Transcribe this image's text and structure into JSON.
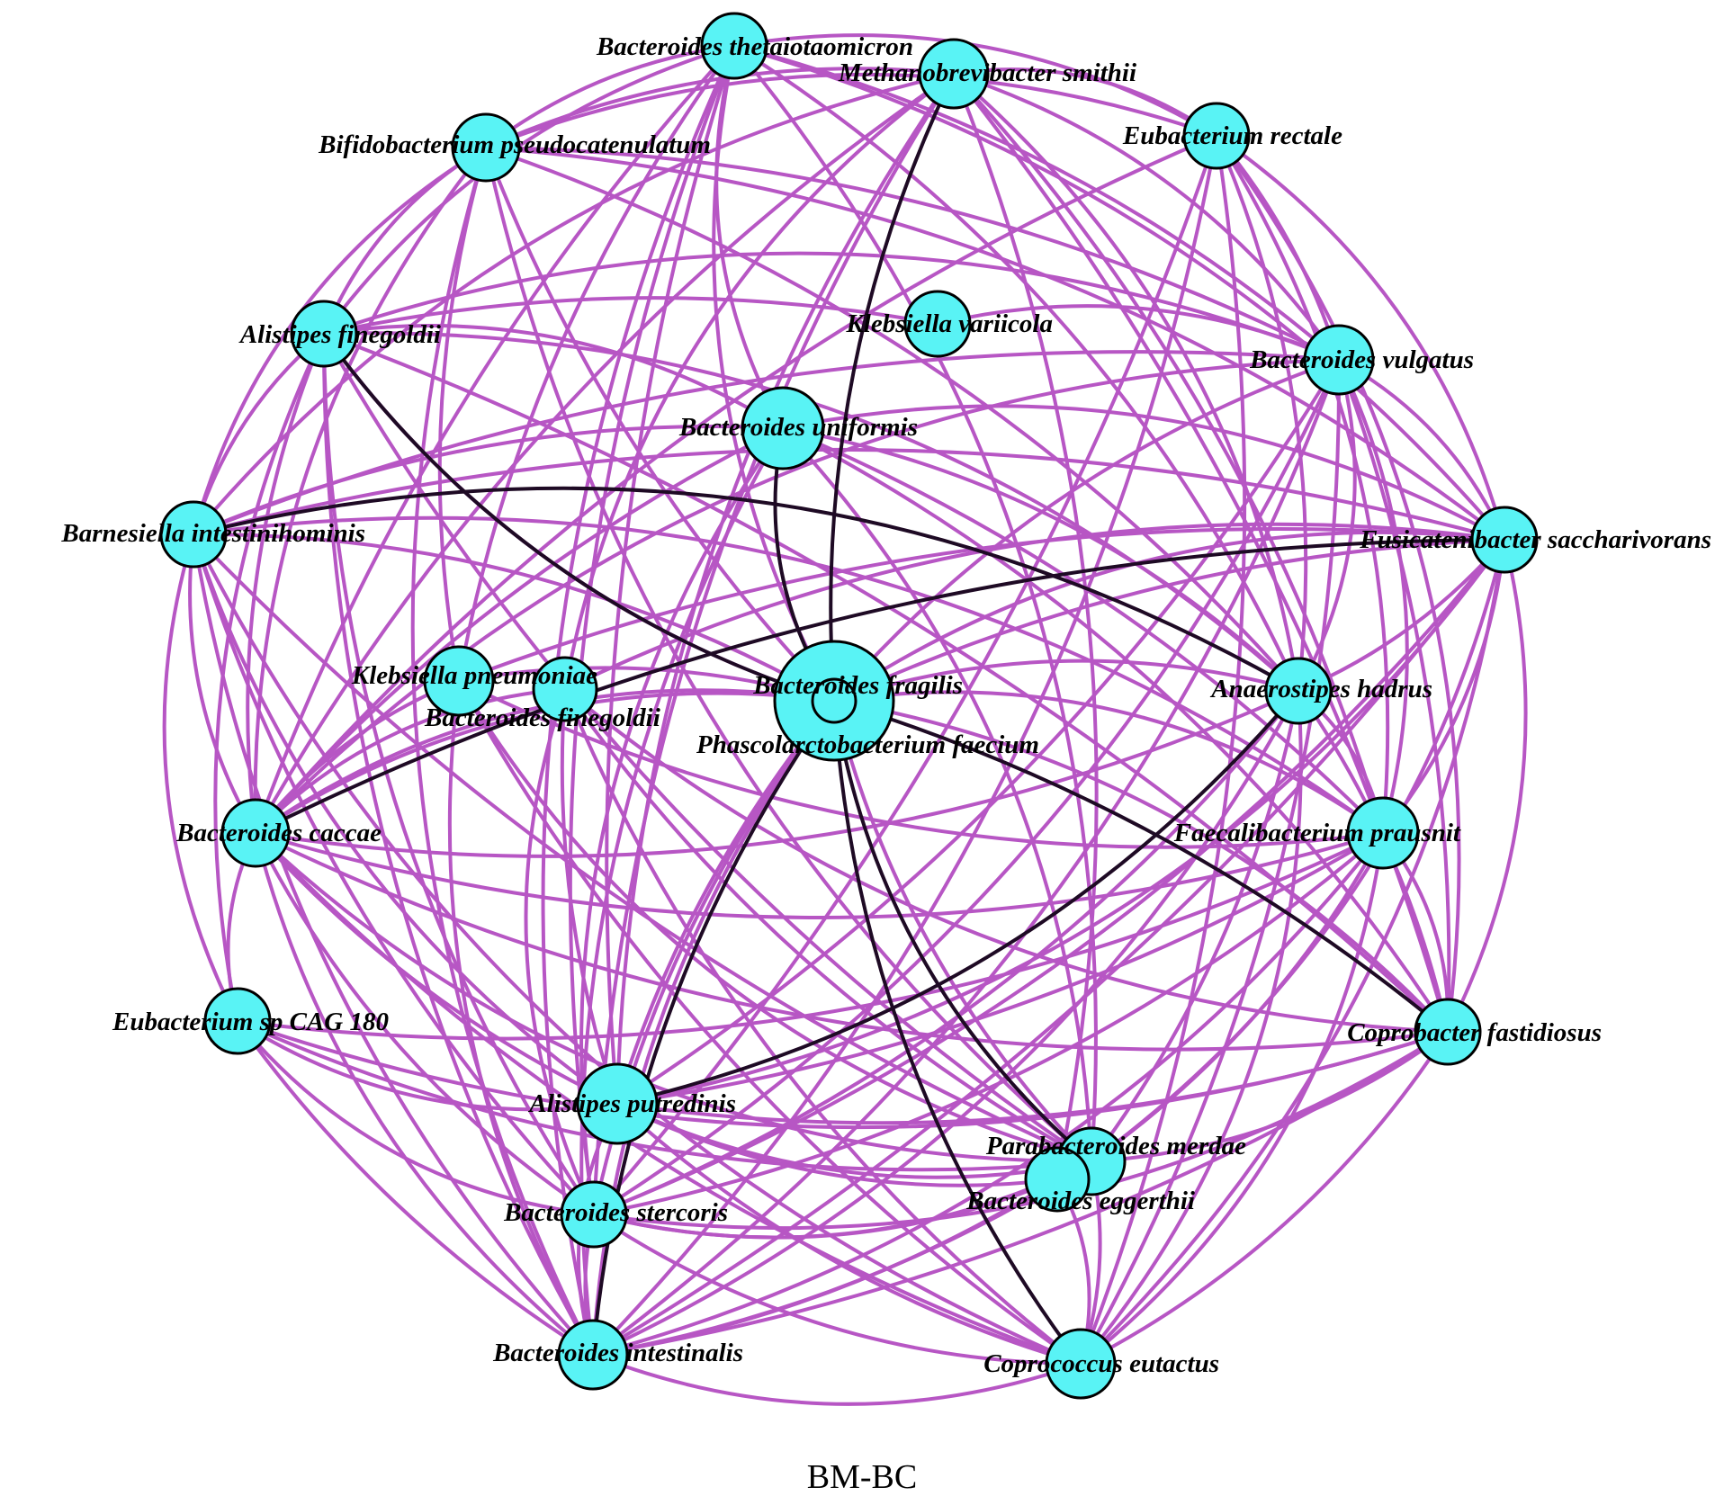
{
  "caption": "BM-BC",
  "colors": {
    "node_fill": "#59F3F5",
    "node_stroke": "#000000",
    "positive_edge": "#B756C4",
    "negative_edge": "#1E0A24",
    "background": "#ffffff"
  },
  "nodes": [
    {
      "id": "b_theta",
      "label": "Bacteroides thetaiotaomicron"
    },
    {
      "id": "m_smithii",
      "label": "Methanobrevibacter smithii"
    },
    {
      "id": "e_rectale",
      "label": "Eubacterium rectale"
    },
    {
      "id": "bif_pseudo",
      "label": "Bifidobacterium pseudocatenulatum"
    },
    {
      "id": "a_finegoldii",
      "label": "Alistipes finegoldii"
    },
    {
      "id": "k_variicola",
      "label": "Klebsiella variicola"
    },
    {
      "id": "b_vulgatus",
      "label": "Bacteroides vulgatus"
    },
    {
      "id": "b_uniformis",
      "label": "Bacteroides uniformis"
    },
    {
      "id": "barn_int",
      "label": "Barnesiella intestinihominis"
    },
    {
      "id": "fus_sacch",
      "label": "Fusicatenibacter saccharivorans"
    },
    {
      "id": "k_pneumoniae",
      "label": "Klebsiella pneumoniae"
    },
    {
      "id": "b_finegoldii",
      "label": "Bacteroides finegoldii"
    },
    {
      "id": "b_fragilis",
      "label": "Bacteroides fragilis"
    },
    {
      "id": "p_faecium",
      "label": "Phascolarctobacterium faecium"
    },
    {
      "id": "a_hadrus",
      "label": "Anaerostipes hadrus"
    },
    {
      "id": "b_caccae",
      "label": "Bacteroides caccae"
    },
    {
      "id": "f_prausnit",
      "label": "Faecalibacterium prausnit"
    },
    {
      "id": "eub_cag180",
      "label": "Eubacterium sp CAG 180"
    },
    {
      "id": "c_fastid",
      "label": "Coprobacter fastidiosus"
    },
    {
      "id": "a_putred",
      "label": "Alistipes putredinis"
    },
    {
      "id": "p_merdae",
      "label": "Parabacteroides merdae"
    },
    {
      "id": "b_eggerthii",
      "label": "Bacteroides eggerthii"
    },
    {
      "id": "b_stercoris",
      "label": "Bacteroides stercoris"
    },
    {
      "id": "b_intest",
      "label": "Bacteroides intestinalis"
    },
    {
      "id": "c_eutactus",
      "label": "Coprococcus eutactus"
    }
  ],
  "negative_edges": [
    [
      "m_smithii",
      "b_fragilis"
    ],
    [
      "a_finegoldii",
      "b_fragilis"
    ],
    [
      "barn_int",
      "a_hadrus"
    ],
    [
      "fus_sacch",
      "b_caccae"
    ],
    [
      "b_fragilis",
      "c_eutactus"
    ],
    [
      "p_faecium",
      "p_merdae"
    ],
    [
      "p_faecium",
      "c_fastid"
    ],
    [
      "b_fragilis",
      "b_intest"
    ],
    [
      "a_hadrus",
      "a_putred"
    ],
    [
      "b_uniformis",
      "b_fragilis"
    ]
  ],
  "positive_edges": [
    [
      "b_theta",
      "bif_pseudo"
    ],
    [
      "b_theta",
      "a_finegoldii"
    ],
    [
      "b_theta",
      "b_uniformis"
    ],
    [
      "b_theta",
      "b_vulgatus"
    ],
    [
      "b_theta",
      "fus_sacch"
    ],
    [
      "b_theta",
      "b_fragilis"
    ],
    [
      "b_theta",
      "a_putred"
    ],
    [
      "b_theta",
      "b_stercoris"
    ],
    [
      "b_theta",
      "b_intest"
    ],
    [
      "b_theta",
      "p_merdae"
    ],
    [
      "b_theta",
      "k_pneumoniae"
    ],
    [
      "b_theta",
      "a_hadrus"
    ],
    [
      "b_theta",
      "e_rectale"
    ],
    [
      "b_theta",
      "b_caccae"
    ],
    [
      "m_smithii",
      "bif_pseudo"
    ],
    [
      "m_smithii",
      "b_vulgatus"
    ],
    [
      "m_smithii",
      "e_rectale"
    ],
    [
      "m_smithii",
      "b_caccae"
    ],
    [
      "m_smithii",
      "a_putred"
    ],
    [
      "m_smithii",
      "a_hadrus"
    ],
    [
      "m_smithii",
      "c_fastid"
    ],
    [
      "m_smithii",
      "b_stercoris"
    ],
    [
      "m_smithii",
      "barn_int"
    ],
    [
      "m_smithii",
      "b_finegoldii"
    ],
    [
      "m_smithii",
      "f_prausnit"
    ],
    [
      "m_smithii",
      "b_eggerthii"
    ],
    [
      "e_rectale",
      "fus_sacch"
    ],
    [
      "e_rectale",
      "b_vulgatus"
    ],
    [
      "e_rectale",
      "a_hadrus"
    ],
    [
      "e_rectale",
      "f_prausnit"
    ],
    [
      "e_rectale",
      "c_fastid"
    ],
    [
      "e_rectale",
      "b_caccae"
    ],
    [
      "e_rectale",
      "b_intest"
    ],
    [
      "e_rectale",
      "bif_pseudo"
    ],
    [
      "e_rectale",
      "b_stercoris"
    ],
    [
      "e_rectale",
      "c_eutactus"
    ],
    [
      "bif_pseudo",
      "a_finegoldii"
    ],
    [
      "bif_pseudo",
      "barn_int"
    ],
    [
      "bif_pseudo",
      "b_vulgatus"
    ],
    [
      "bif_pseudo",
      "fus_sacch"
    ],
    [
      "bif_pseudo",
      "b_caccae"
    ],
    [
      "bif_pseudo",
      "b_fragilis"
    ],
    [
      "bif_pseudo",
      "a_hadrus"
    ],
    [
      "bif_pseudo",
      "p_merdae"
    ],
    [
      "bif_pseudo",
      "b_intest"
    ],
    [
      "bif_pseudo",
      "k_pneumoniae"
    ],
    [
      "a_finegoldii",
      "barn_int"
    ],
    [
      "a_finegoldii",
      "b_uniformis"
    ],
    [
      "a_finegoldii",
      "k_variicola"
    ],
    [
      "a_finegoldii",
      "b_caccae"
    ],
    [
      "a_finegoldii",
      "eub_cag180"
    ],
    [
      "a_finegoldii",
      "a_hadrus"
    ],
    [
      "a_finegoldii",
      "p_merdae"
    ],
    [
      "a_finegoldii",
      "b_stercoris"
    ],
    [
      "a_finegoldii",
      "b_vulgatus"
    ],
    [
      "a_finegoldii",
      "c_fastid"
    ],
    [
      "a_finegoldii",
      "b_intest"
    ],
    [
      "b_vulgatus",
      "fus_sacch"
    ],
    [
      "b_vulgatus",
      "b_caccae"
    ],
    [
      "b_vulgatus",
      "a_putred"
    ],
    [
      "b_vulgatus",
      "b_intest"
    ],
    [
      "b_vulgatus",
      "f_prausnit"
    ],
    [
      "b_vulgatus",
      "c_fastid"
    ],
    [
      "b_vulgatus",
      "c_eutactus"
    ],
    [
      "b_vulgatus",
      "k_variicola"
    ],
    [
      "b_vulgatus",
      "a_hadrus"
    ],
    [
      "b_vulgatus",
      "barn_int"
    ],
    [
      "b_vulgatus",
      "b_stercoris"
    ],
    [
      "b_uniformis",
      "fus_sacch"
    ],
    [
      "b_uniformis",
      "b_caccae"
    ],
    [
      "b_uniformis",
      "c_fastid"
    ],
    [
      "b_uniformis",
      "b_intest"
    ],
    [
      "b_uniformis",
      "b_stercoris"
    ],
    [
      "b_uniformis",
      "barn_int"
    ],
    [
      "b_uniformis",
      "a_hadrus"
    ],
    [
      "b_uniformis",
      "p_merdae"
    ],
    [
      "b_uniformis",
      "f_prausnit"
    ],
    [
      "barn_int",
      "fus_sacch"
    ],
    [
      "barn_int",
      "b_caccae"
    ],
    [
      "barn_int",
      "eub_cag180"
    ],
    [
      "barn_int",
      "b_stercoris"
    ],
    [
      "barn_int",
      "b_intest"
    ],
    [
      "barn_int",
      "c_eutactus"
    ],
    [
      "barn_int",
      "p_merdae"
    ],
    [
      "barn_int",
      "b_fragilis"
    ],
    [
      "barn_int",
      "a_putred"
    ],
    [
      "barn_int",
      "f_prausnit"
    ],
    [
      "fus_sacch",
      "a_hadrus"
    ],
    [
      "fus_sacch",
      "f_prausnit"
    ],
    [
      "fus_sacch",
      "c_fastid"
    ],
    [
      "fus_sacch",
      "b_intest"
    ],
    [
      "fus_sacch",
      "b_stercoris"
    ],
    [
      "fus_sacch",
      "c_eutactus"
    ],
    [
      "fus_sacch",
      "a_putred"
    ],
    [
      "fus_sacch",
      "k_pneumoniae"
    ],
    [
      "fus_sacch",
      "b_finegoldii"
    ],
    [
      "fus_sacch",
      "p_merdae"
    ],
    [
      "fus_sacch",
      "b_fragilis"
    ],
    [
      "k_pneumoniae",
      "b_caccae"
    ],
    [
      "k_pneumoniae",
      "b_intest"
    ],
    [
      "k_pneumoniae",
      "p_merdae"
    ],
    [
      "k_pneumoniae",
      "c_eutactus"
    ],
    [
      "k_pneumoniae",
      "f_prausnit"
    ],
    [
      "b_finegoldii",
      "b_caccae"
    ],
    [
      "b_finegoldii",
      "a_putred"
    ],
    [
      "b_finegoldii",
      "c_eutactus"
    ],
    [
      "b_finegoldii",
      "c_fastid"
    ],
    [
      "b_finegoldii",
      "b_stercoris"
    ],
    [
      "b_finegoldii",
      "p_merdae"
    ],
    [
      "b_fragilis",
      "a_hadrus"
    ],
    [
      "b_fragilis",
      "b_caccae"
    ],
    [
      "b_fragilis",
      "a_putred"
    ],
    [
      "b_fragilis",
      "p_merdae"
    ],
    [
      "b_fragilis",
      "c_fastid"
    ],
    [
      "b_fragilis",
      "f_prausnit"
    ],
    [
      "b_fragilis",
      "b_stercoris"
    ],
    [
      "a_hadrus",
      "b_caccae"
    ],
    [
      "a_hadrus",
      "f_prausnit"
    ],
    [
      "a_hadrus",
      "c_fastid"
    ],
    [
      "a_hadrus",
      "b_stercoris"
    ],
    [
      "a_hadrus",
      "b_intest"
    ],
    [
      "a_hadrus",
      "c_eutactus"
    ],
    [
      "a_hadrus",
      "p_merdae"
    ],
    [
      "b_caccae",
      "f_prausnit"
    ],
    [
      "b_caccae",
      "eub_cag180"
    ],
    [
      "b_caccae",
      "a_putred"
    ],
    [
      "b_caccae",
      "b_stercoris"
    ],
    [
      "b_caccae",
      "b_intest"
    ],
    [
      "b_caccae",
      "p_merdae"
    ],
    [
      "b_caccae",
      "c_eutactus"
    ],
    [
      "b_caccae",
      "c_fastid"
    ],
    [
      "f_prausnit",
      "c_fastid"
    ],
    [
      "f_prausnit",
      "a_putred"
    ],
    [
      "f_prausnit",
      "b_stercoris"
    ],
    [
      "f_prausnit",
      "b_intest"
    ],
    [
      "f_prausnit",
      "c_eutactus"
    ],
    [
      "f_prausnit",
      "p_merdae"
    ],
    [
      "f_prausnit",
      "eub_cag180"
    ],
    [
      "eub_cag180",
      "a_putred"
    ],
    [
      "eub_cag180",
      "b_intest"
    ],
    [
      "eub_cag180",
      "p_merdae"
    ],
    [
      "eub_cag180",
      "c_fastid"
    ],
    [
      "eub_cag180",
      "b_stercoris"
    ],
    [
      "c_fastid",
      "a_putred"
    ],
    [
      "c_fastid",
      "p_merdae"
    ],
    [
      "c_fastid",
      "b_stercoris"
    ],
    [
      "c_fastid",
      "b_intest"
    ],
    [
      "c_fastid",
      "c_eutactus"
    ],
    [
      "a_putred",
      "p_merdae"
    ],
    [
      "a_putred",
      "b_intest"
    ],
    [
      "a_putred",
      "c_eutactus"
    ],
    [
      "a_putred",
      "b_eggerthii"
    ],
    [
      "p_merdae",
      "b_stercoris"
    ],
    [
      "p_merdae",
      "b_intest"
    ],
    [
      "p_merdae",
      "c_eutactus"
    ],
    [
      "b_eggerthii",
      "b_stercoris"
    ],
    [
      "b_eggerthii",
      "c_eutactus"
    ],
    [
      "b_stercoris",
      "b_intest"
    ],
    [
      "b_stercoris",
      "c_eutactus"
    ],
    [
      "b_intest",
      "c_eutactus"
    ],
    [
      "b_intest",
      "b_eggerthii"
    ],
    [
      "p_faecium",
      "b_vulgatus"
    ],
    [
      "p_faecium",
      "a_finegoldii"
    ],
    [
      "p_faecium",
      "b_caccae"
    ],
    [
      "p_faecium",
      "k_pneumoniae"
    ],
    [
      "p_faecium",
      "b_intest"
    ],
    [
      "p_faecium",
      "fus_sacch"
    ]
  ]
}
